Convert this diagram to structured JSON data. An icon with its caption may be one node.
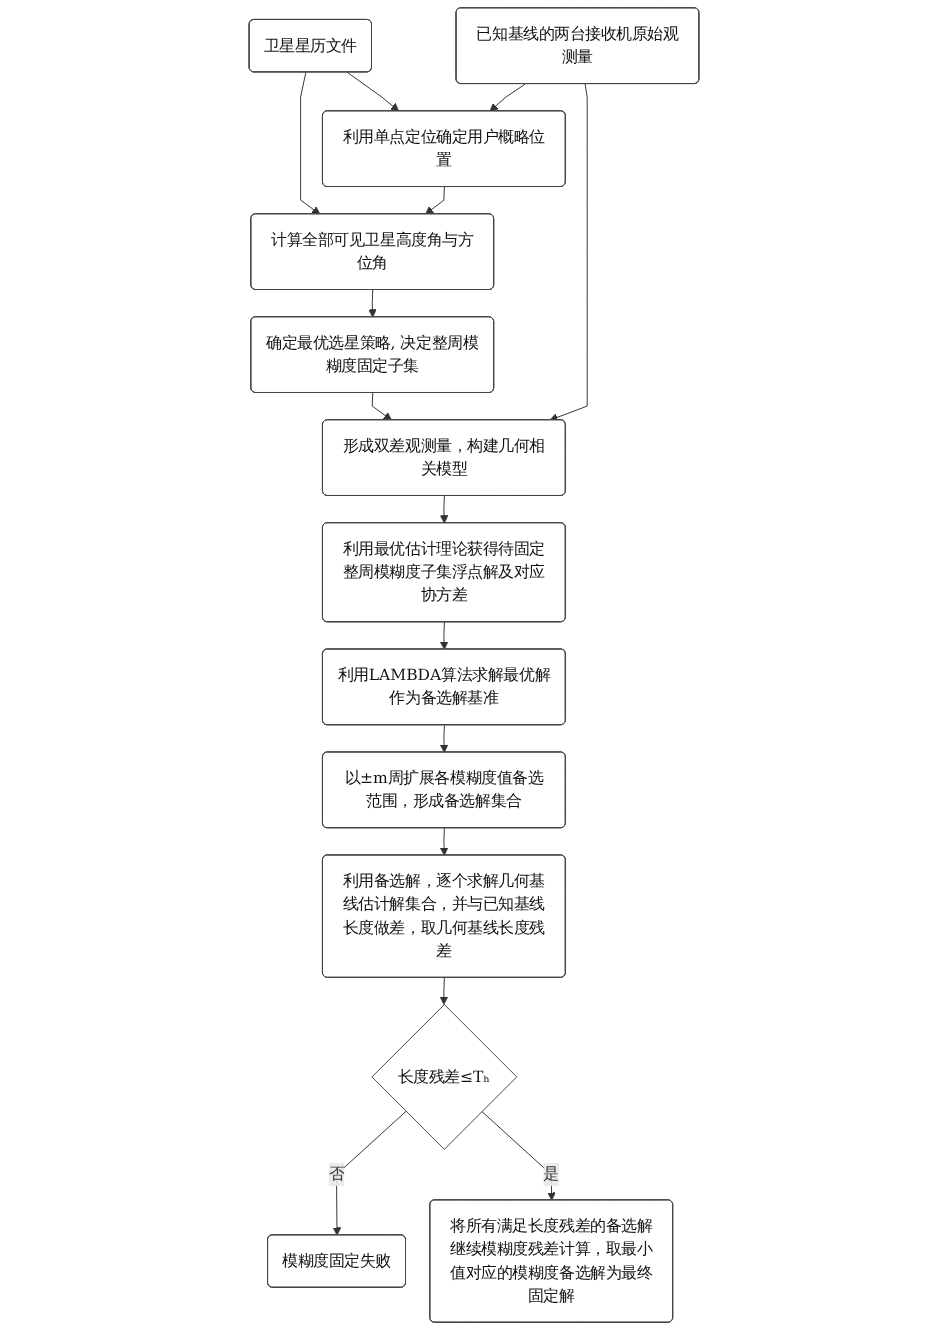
{
  "diagram": {
    "nodes": [
      {
        "text": [
          "卫星星历文件"
        ]
      },
      {
        "text": [
          "已知基线的两台接收机原始观测量"
        ]
      },
      {
        "text": [
          "利用单点定位确定用户概略位置"
        ]
      },
      {
        "text": [
          "计算全部可见卫星高度角与方位角"
        ]
      },
      {
        "text": [
          "确定最优选星策略, 决定整周模糊度固定子集"
        ]
      },
      {
        "text": [
          "形成双差观测量，构建几何相关模型"
        ]
      },
      {
        "text": [
          "利用最优估计理论获得待固定整周模糊度子集浮点解及对应协方差"
        ]
      },
      {
        "text": [
          "利用LAMBDA算法求解最优解作为备选解基准"
        ]
      },
      {
        "text": [
          "以±m周扩展各模糊度值备选范围，形成备选解集合"
        ]
      },
      {
        "text": [
          "利用备选解，逐个求解几何基线估计解集合，并与已知基线长度做差，取几何基线长度残差"
        ]
      },
      {
        "text": [
          "长度残差≤Tₕ"
        ]
      },
      {
        "text": [
          "模糊度固定失败"
        ]
      },
      {
        "text": [
          "将所有满足长度残差的备选解继续模糊度残差计算，取最小值对应的模糊度备选解为最终固定解"
        ]
      }
    ],
    "edges": [
      {
        "from": 0,
        "to": 3,
        "arrow": "to"
      },
      {
        "from": 0,
        "to": 2,
        "arrow": "to"
      },
      {
        "from": 1,
        "to": 2,
        "arrow": "to"
      },
      {
        "from": 2,
        "to": 3,
        "arrow": "to"
      },
      {
        "from": 1,
        "to": 5,
        "arrow": "to"
      },
      {
        "from": 3,
        "to": 4,
        "arrow": "to"
      },
      {
        "from": 4,
        "to": 5,
        "arrow": "to"
      },
      {
        "from": 5,
        "to": 6,
        "arrow": "to"
      },
      {
        "from": 6,
        "to": 7,
        "arrow": "to"
      },
      {
        "from": 7,
        "to": 8,
        "arrow": "to"
      },
      {
        "from": 8,
        "to": 9,
        "arrow": "to"
      },
      {
        "from": 9,
        "to": 10,
        "arrow": "to"
      },
      {
        "from": 10,
        "to": 11,
        "arrow": "to",
        "label": "否"
      },
      {
        "from": 10,
        "to": 12,
        "arrow": "to",
        "label": "是"
      }
    ]
  }
}
